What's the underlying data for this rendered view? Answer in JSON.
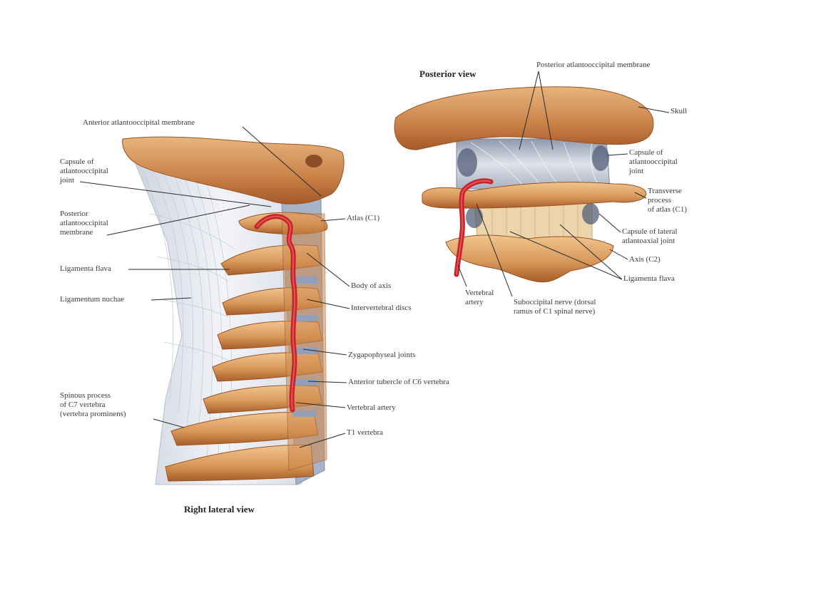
{
  "colors": {
    "bone": "#d99a5c",
    "bone_dark": "#b96a30",
    "bone_light": "#f0c58f",
    "artery": "#c8232c",
    "ligament": "#d8dde6",
    "ligament_dark": "#9aa3b4",
    "joint_blue": "#7f93b5",
    "leader": "#2a2a2a"
  },
  "lateral": {
    "title": "Right lateral view",
    "labels": {
      "ant_aom": "Anterior atlantooccipital membrane",
      "capsule_aoj": "Capsule of\natlantooccipital\njoint",
      "post_aom": "Posterior\natlantooccipital\nmembrane",
      "lig_flava": "Ligamenta flava",
      "lig_nuchae": "Ligamentum nuchae",
      "spinous_c7": "Spinous process\nof C7 vertebra\n(vertebra prominens)",
      "atlas": "Atlas (C1)",
      "body_axis": "Body of axis",
      "iv_discs": "Intervertebral discs",
      "zyg_joints": "Zygapophyseal joints",
      "ant_tubercle": "Anterior tubercle of C6 vertebra",
      "vert_artery": "Vertebral artery",
      "t1": "T1 vertebra"
    }
  },
  "posterior": {
    "title": "Posterior view",
    "labels": {
      "post_aom": "Posterior atlantooccipital membrane",
      "skull": "Skull",
      "capsule_aoj": "Capsule of\natlantooccipital\njoint",
      "transverse": "Transverse\nprocess\nof atlas (C1)",
      "capsule_lateral": "Capsule of lateral\natlantoaxial joint",
      "axis": "Axis (C2)",
      "lig_flava": "Ligamenta flava",
      "vert_artery": "Vertebral\nartery",
      "subocc_nerve": "Suboccipital nerve (dorsal\nramus of C1 spinal nerve)"
    }
  }
}
